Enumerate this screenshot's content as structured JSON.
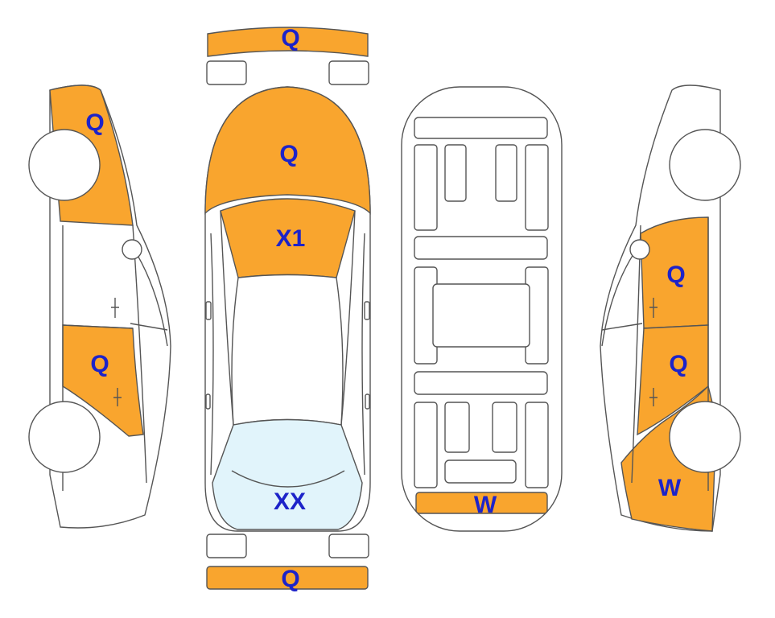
{
  "colors": {
    "damaged": "#f9a52e",
    "glass": "#e1f4fb",
    "outline": "#555555",
    "label": "#1d23c9"
  },
  "panels": {
    "front_bumper": {
      "code": "Q"
    },
    "hood": {
      "code": "Q"
    },
    "windshield": {
      "code": "X1"
    },
    "rear_window": {
      "code": "XX"
    },
    "rear_bumper": {
      "code": "Q"
    },
    "trunk_floor": {
      "code": "W"
    },
    "left_front_fender": {
      "code": "Q"
    },
    "left_rear_door": {
      "code": "Q"
    },
    "right_front_door": {
      "code": "Q"
    },
    "right_rear_door": {
      "code": "Q"
    },
    "right_rear_quarter": {
      "code": "W"
    }
  }
}
